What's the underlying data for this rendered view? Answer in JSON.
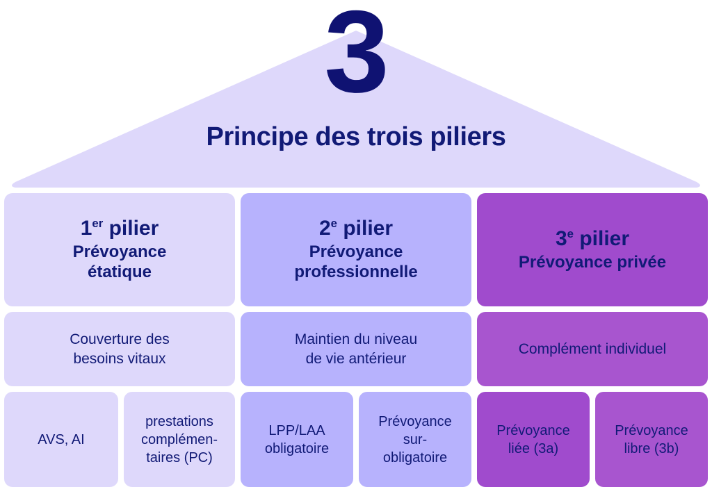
{
  "roof": {
    "number": "3",
    "title": "Principe des trois piliers",
    "fill_color": "#ded8fb",
    "text_color": "#111a76"
  },
  "colors": {
    "pillar1": "#ded8fb",
    "pillar2": "#b7b2fd",
    "pillar3": "#a04bcd",
    "pillar3_mid": "#a855cf",
    "text_navy": "#111a76",
    "background": "#ffffff"
  },
  "pillars": [
    {
      "head_number": "1",
      "head_ordinal": "er",
      "head_noun": " pilier",
      "head_sub": "Prévoyance\nétatique",
      "mid": "Couverture des\nbesoins vitaux",
      "sub_boxes": [
        "AVS, AI",
        "prestations\ncomplémen-\ntaires (PC)"
      ]
    },
    {
      "head_number": "2",
      "head_ordinal": "e",
      "head_noun": " pilier",
      "head_sub": "Prévoyance\nprofessionnelle",
      "mid": "Maintien du niveau\nde vie antérieur",
      "sub_boxes": [
        "LPP/LAA\nobligatoire",
        "Prévoyance\nsur-\nobligatoire"
      ]
    },
    {
      "head_number": "3",
      "head_ordinal": "e",
      "head_noun": " pilier",
      "head_sub": "Prévoyance privée",
      "mid": "Complément individuel",
      "sub_boxes": [
        "Prévoyance\nliée (3a)",
        "Prévoyance\nlibre (3b)"
      ]
    }
  ]
}
